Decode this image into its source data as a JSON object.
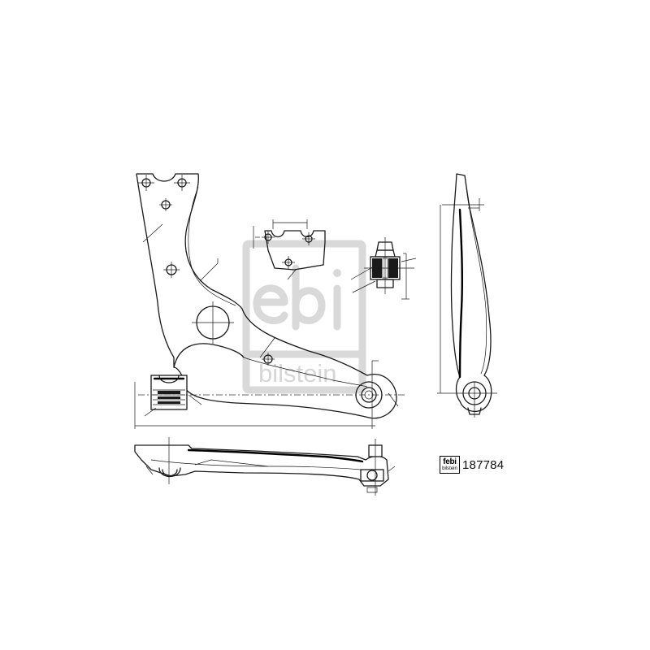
{
  "watermark": {
    "logo_text": "febi",
    "sub_text": "bilstein"
  },
  "part_label": {
    "badge_top": "febi",
    "badge_bottom": "bilstein",
    "part_number": "187784"
  },
  "colors": {
    "line": "#1a1a1a",
    "watermark": "#d9d9d9",
    "background": "#ffffff"
  }
}
